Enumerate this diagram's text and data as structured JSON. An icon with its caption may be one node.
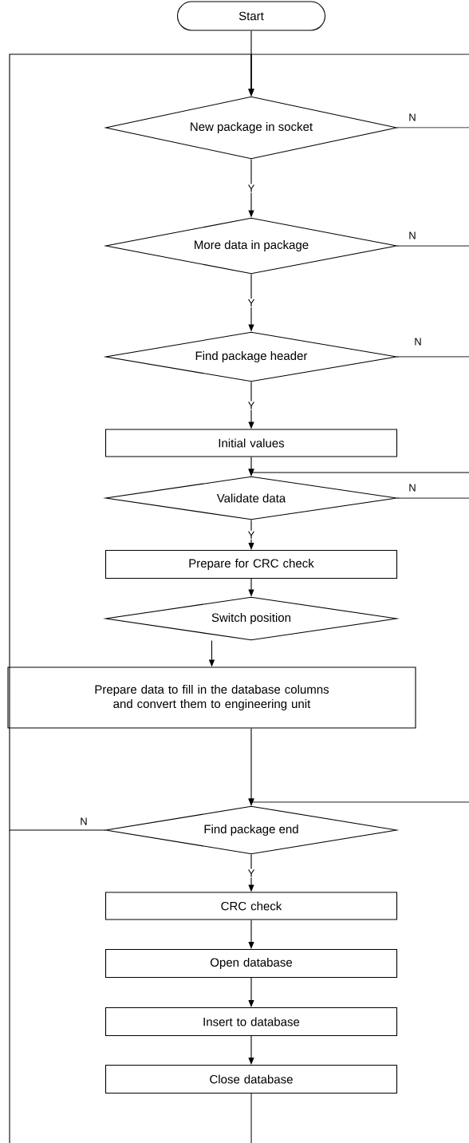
{
  "diagram": {
    "nodes": [
      {
        "text": [
          "Start"
        ]
      },
      {
        "text": [
          "New package in socket"
        ]
      },
      {
        "text": [
          "More data in package"
        ]
      },
      {
        "text": [
          "Find package header"
        ]
      },
      {
        "text": [
          "Initial values"
        ]
      },
      {
        "text": [
          "Validate data"
        ]
      },
      {
        "text": [
          "Prepare for CRC check"
        ]
      },
      {
        "text": [
          "Switch position"
        ]
      },
      {
        "text": [
          "Prepare data to fill in the database columns and convert them to engineering unit"
        ]
      },
      {
        "text": [
          "Find package end"
        ]
      },
      {
        "text": [
          "CRC check"
        ]
      },
      {
        "text": [
          "Open database"
        ]
      },
      {
        "text": [
          "Insert to database"
        ]
      },
      {
        "text": [
          "Close database"
        ]
      }
    ],
    "edges": [
      {
        "from": 0,
        "to": 1,
        "arrow": "to"
      },
      {
        "from": 1,
        "to": 2,
        "arrow": "to",
        "label": "Y"
      },
      {
        "from": 2,
        "to": 3,
        "arrow": "to",
        "label": "Y"
      },
      {
        "from": 3,
        "to": 4,
        "arrow": "to",
        "label": "Y"
      },
      {
        "from": 4,
        "to": 5,
        "arrow": "to"
      },
      {
        "from": 5,
        "to": 6,
        "arrow": "to",
        "label": "Y"
      },
      {
        "from": 6,
        "to": 7,
        "arrow": "to"
      },
      {
        "from": 7,
        "to": 8,
        "arrow": "to"
      },
      {
        "from": 8,
        "to": 9,
        "arrow": "to"
      },
      {
        "from": 9,
        "to": 10,
        "arrow": "to",
        "label": "Y"
      },
      {
        "from": 10,
        "to": 11,
        "arrow": "to"
      },
      {
        "from": 11,
        "to": 12,
        "arrow": "to"
      },
      {
        "from": 12,
        "to": 13,
        "arrow": "to"
      },
      {
        "from": 9,
        "to": 1,
        "arrow": "to",
        "label": "N"
      },
      {
        "from": 13,
        "to": null,
        "arrow": "none"
      },
      {
        "from": 1,
        "to": null,
        "arrow": "none",
        "label": "N"
      },
      {
        "from": 2,
        "to": null,
        "arrow": "none",
        "label": "N"
      },
      {
        "from": 3,
        "to": null,
        "arrow": "none",
        "label": "N"
      },
      {
        "from": 5,
        "to": null,
        "arrow": "none",
        "label": "N"
      },
      {
        "from": null,
        "to": 5,
        "arrow": "to"
      },
      {
        "from": null,
        "to": 9,
        "arrow": "to"
      },
      {
        "from": null,
        "to": 1,
        "arrow": "to"
      }
    ]
  }
}
